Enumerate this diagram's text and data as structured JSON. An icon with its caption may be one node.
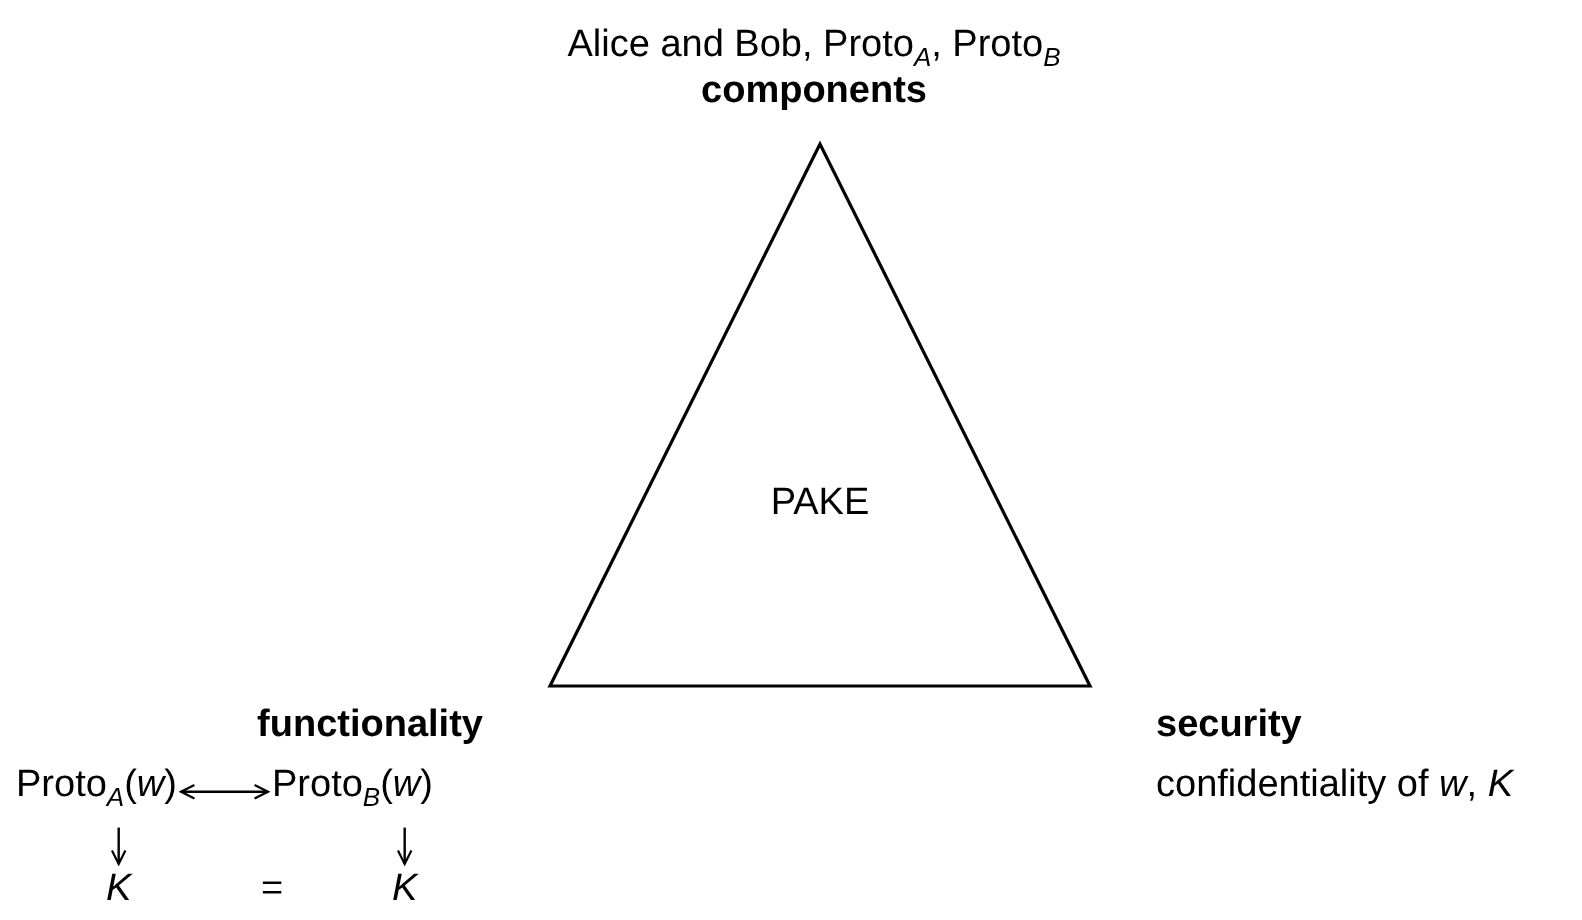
{
  "diagram": {
    "nodes": [
      {
        "text": [
          "PAKE"
        ]
      },
      {
        "text": [
          "Proto$_{A}$(*w*)"
        ]
      },
      {
        "text": [
          "Proto$_{B}$(*w*)"
        ]
      },
      {
        "text": [
          "K"
        ]
      },
      {
        "text": [
          "K"
        ]
      }
    ],
    "edges": [
      {
        "from": 1,
        "to": 2,
        "arrow": "both"
      },
      {
        "from": 1,
        "to": 3,
        "arrow": "to"
      },
      {
        "from": 2,
        "to": 4,
        "arrow": "to"
      }
    ],
    "labels": [
      "Alice and Bob, Proto$_{A}$, Proto$_{B}$",
      "components",
      "functionality",
      "=",
      "security",
      "confidentiality of *w*, *K*"
    ]
  }
}
